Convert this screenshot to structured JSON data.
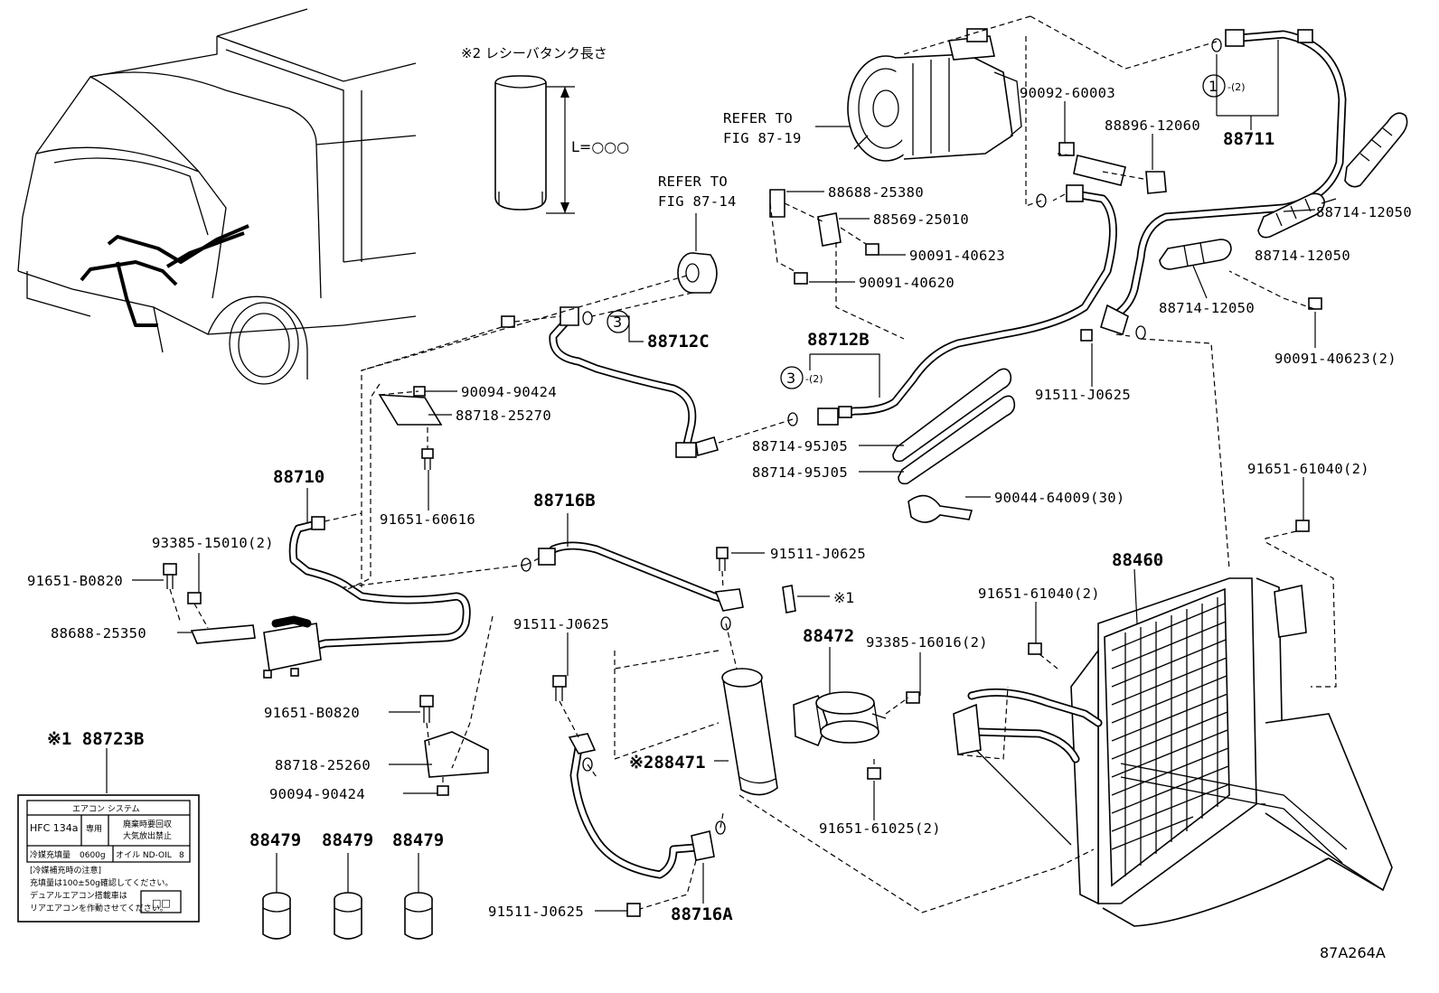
{
  "figure_code": "87A264A",
  "receiver_note": {
    "title": "※2 レシーバタンク長さ",
    "length_label": "L=○○○"
  },
  "refer_compressor": [
    "REFER TO",
    "FIG 87-19"
  ],
  "refer_pulley": [
    "REFER TO",
    "FIG 87-14"
  ],
  "circle_marks": {
    "m1": "1",
    "m1_qty": "-(2)",
    "m3a": "3",
    "m3b": "3",
    "m3b_qty": "-(2)"
  },
  "labels": {
    "p88711": "88711",
    "p88896": "88896-12060",
    "p90092": "90092-60003",
    "p88714a": "88714-12050",
    "p88714b": "88714-12050",
    "p88714c": "88714-12050",
    "p90091_40623_2": "90091-40623(2)",
    "p88688_25380": "88688-25380",
    "p88569": "88569-25010",
    "p90091_40623": "90091-40623",
    "p90091_40620": "90091-40620",
    "p88712B": "88712B",
    "p88712C": "88712C",
    "p91511_a": "91511-J0625",
    "p90094_a": "90094-90424",
    "p88718_25270": "88718-25270",
    "p88714_95a": "88714-95J05",
    "p88714_95b": "88714-95J05",
    "p90044": "90044-64009(30)",
    "p88710": "88710",
    "p91651_60616": "91651-60616",
    "p93385_15010": "93385-15010(2)",
    "p91651_B0820a": "91651-B0820",
    "p88688_25350": "88688-25350",
    "p88716B": "88716B",
    "p91511_b": "91511-J0625",
    "note1": "※1",
    "p88472": "88472",
    "p93385_16016": "93385-16016(2)",
    "p91651_61040a": "91651-61040(2)",
    "p88460": "88460",
    "p91651_61040b": "91651-61040(2)",
    "p91511_c": "91511-J0625",
    "p91651_B0820b": "91651-B0820",
    "p88718_25260": "88718-25260",
    "p90094_b": "90094-90424",
    "p88471": "※288471",
    "p91651_61025": "91651-61025(2)",
    "p88723B": "※1 88723B",
    "p88479a": "88479",
    "p88479b": "88479",
    "p88479c": "88479",
    "p91511_d": "91511-J0625",
    "p88716A": "88716A"
  },
  "caution_label": {
    "header": "エアコン システム",
    "refrigerant": "HFC 134a",
    "dedicated": "専用",
    "disposal_1": "廃棄時要回収",
    "disposal_2": "大気放出禁止",
    "charge": "冷媒充填量",
    "charge_value": "0600g",
    "oil": "オイル ND-OIL",
    "oil_value": "8",
    "note_title": "[冷媒補充時の注意]",
    "note_1": "充填量は100±50g確認してください。",
    "note_2": "デュアルエアコン搭載車は",
    "note_3": "リアエアコンを作動させてください。",
    "box": "□□"
  }
}
